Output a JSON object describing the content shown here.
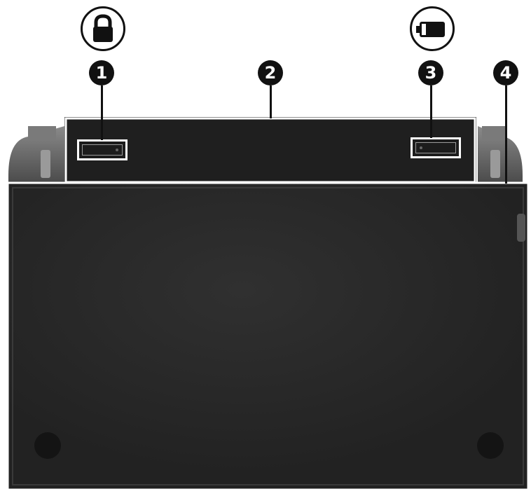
{
  "icons": {
    "top_left": "lock-icon",
    "top_right": "battery-icon"
  },
  "callouts": [
    "1",
    "2",
    "3",
    "4"
  ],
  "colors": {
    "panel": "#232323",
    "outline": "#ffffff",
    "hinge": "#6b6b6b"
  }
}
